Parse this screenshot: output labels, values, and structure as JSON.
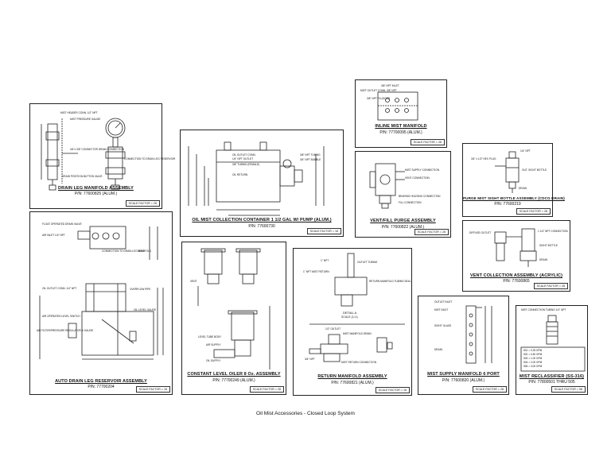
{
  "footer_title": "Oil Mist Accessories - Closed Loop System",
  "panels": {
    "drain_leg": {
      "title": "DRAIN LEG MANIFOLD ASSEMBLY",
      "pn": "P/N: 77600825 (ALUM.)",
      "scale": "SCALE FACTOR = 28",
      "notes": [
        "MIST HEADER CONN. 1/2\" NPT",
        "MIST PRESSURE GAUGE",
        "3/4\"x 3/8\" CONNECTOR DRAIN CONNECTION",
        "CONNECTION TO DRAIN LEG RESERVOIR",
        "DRAIN POSITION BUTTON VALVE"
      ]
    },
    "collection_container": {
      "title": "OIL MIST COLLECTION CONTAINER 1 1/2 GAL W/ PUMP (ALUM.)",
      "pn": "P/N: 77600730",
      "scale": "SCALE FACTOR = 18",
      "notes": [
        "OIL OUTLET CONN.",
        "1/4\" NPT OUTLET",
        "3/8\" TUBING (FEMALE)",
        "OIL RETURN",
        "3/8\" NPT TUBING",
        "3/4\" NPT BUBBLE"
      ]
    },
    "inline_manifold": {
      "title": "INLINE MIST MANIFOLD",
      "pn": "P/N: 77700095 (ALUM.)",
      "scale": "SCALE FACTOR = 28",
      "notes": [
        "3/8\" NPT INLET",
        "MIST OUTLET CONN. 3/8\" NPT",
        "3/8\" NPT PLUGGED"
      ]
    },
    "vent_fill": {
      "title": "VENT/FILL PURGE ASSEMBLY",
      "pn": "P/N: 77600822 (ALUM.)",
      "scale": "SCALE FACTOR = 28",
      "notes": [
        "MIST SUPPLY CONNECTION",
        "VENT CONNECTION",
        "BEARING HOUSING CONNECTION",
        "FILL CONNECTION"
      ]
    },
    "purge_sight": {
      "title": "PURGE MIST SIGHT BOTTLE ASSEMBLY (CDCG DRAIN)",
      "pn": "P/N: 77600219",
      "scale": "SCALE FACTOR = 28",
      "notes": [
        "1/4\" NPT",
        "3/4\" x 1/2\" HEX PLUG",
        "OUT. SIGHT BOTTLE",
        "DRAIN"
      ]
    },
    "auto_drain": {
      "title": "AUTO DRAIN LEG RESERVOIR ASSEMBLY",
      "pn": "P/N: 77700204",
      "scale": "SCALE FACTOR = 16",
      "notes": [
        "FLOAT OPERATED DRAIN VALVE",
        "AIR INLET 1/4\" NPT",
        "CONNECTION TO DRAIN LEG MANIFOLD",
        "VENT",
        "OIL OUTLET CONN. 1/4\" NPT",
        "OVERFLOW PIPE",
        "OIL LEVEL GAUGE",
        "AIR OPERATED LEVEL SWITCH",
        "AIR FILTER/PRESSURE REGULATOR & GAUGE"
      ]
    },
    "constant_level": {
      "title": "CONSTANT LEVEL OILER 8 Oz. ASSEMBLY",
      "pn": "P/N: 77700249 (ALUM.)",
      "scale": "SCALE FACTOR = 28",
      "notes": [
        "VENT",
        "LEVEL TUBE BODY",
        "AIR SUPPLY",
        "OIL SUPPLY"
      ]
    },
    "return_manifold": {
      "title": "RETURN MANIFOLD ASSEMBLY",
      "pn": "P/N: 77600821 (ALUM.)",
      "scale": "SCALE FACTOR = 18",
      "detail_title": "DETAIL A",
      "detail_scale": "SCALE (1=1)",
      "notes": [
        "1\" NPT",
        "1\" NPT MIST RETURN",
        "OUTLET TUBING",
        "RETURN MANIFOLD TUBING SEAL",
        "1/2\" OUTLET",
        "MIST MANIFOLD DRAIN",
        "3/4\" NPT",
        "MIST RETURN CONNECTION"
      ]
    },
    "vent_collection": {
      "title": "VENT COLLECTION ASSEMBLY (ACRYLIC)",
      "pn": "P/N: 77600865",
      "scale": "SCALE FACTOR = 28",
      "notes": [
        "DIFFUSE OUTLET",
        "1 1/4\" NPT CONNECTION",
        "SIGHT BOTTLE",
        "DRAIN"
      ]
    },
    "mist_supply": {
      "title": "MIST SUPPLY MANIFOLD 6 PORT",
      "pn": "P/N: 77600820 (ALUM.)",
      "scale": "SCALE FACTOR = 28",
      "notes": [
        "OUTLET INLET",
        "MIST INLET",
        "SIGHT GLASS",
        "DRAIN"
      ]
    },
    "mist_reclassifier": {
      "title": "MIST RECLASSIFIER (SS-316)",
      "pn": "P/N: 77800501 THRU 505",
      "scale": "SCALE FACTOR = 58",
      "notes": [
        "MIST CONNECTION TUBING 1/4\" NPT",
        "501 = 0.25 GPM",
        "502 = 0.50 GPM",
        "503 = 1.00 GPM",
        "504 = 2.00 GPM",
        "505 = 3.00 GPM"
      ]
    }
  }
}
